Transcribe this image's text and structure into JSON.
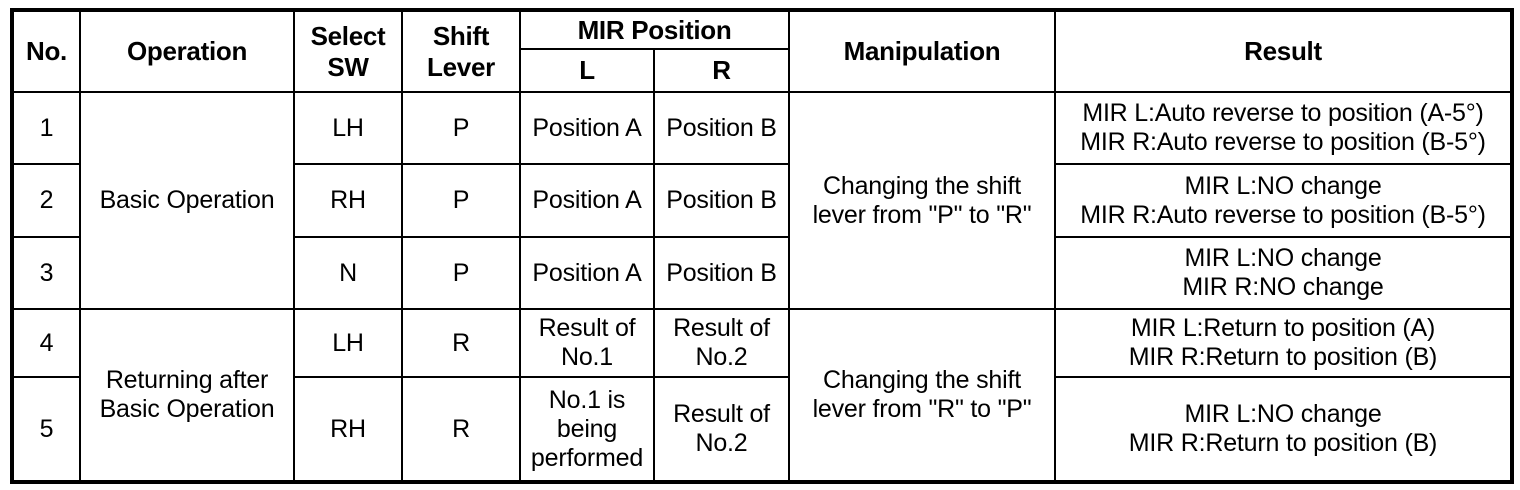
{
  "table": {
    "headers": {
      "no": "No.",
      "operation": "Operation",
      "select_sw_line1": "Select",
      "select_sw_line2": "SW",
      "shift_lever_line1": "Shift",
      "shift_lever_line2": "Lever",
      "mir_position": "MIR Position",
      "mir_l": "L",
      "mir_r": "R",
      "manipulation": "Manipulation",
      "result": "Result"
    },
    "operations": {
      "basic": "Basic Operation",
      "returning_line1": "Returning after",
      "returning_line2": "Basic Operation"
    },
    "manipulations": {
      "p_to_r_line1": "Changing the shift",
      "p_to_r_line2": "lever from \"P\" to \"R\"",
      "r_to_p_line1": "Changing the shift",
      "r_to_p_line2": "lever from \"R\" to \"P\""
    },
    "rows": [
      {
        "no": "1",
        "select_sw": "LH",
        "shift_lever": "P",
        "mir_l": "Position A",
        "mir_r": "Position B",
        "result_line1": "MIR L:Auto reverse to position (A-5°)",
        "result_line2": "MIR R:Auto reverse to position (B-5°)"
      },
      {
        "no": "2",
        "select_sw": "RH",
        "shift_lever": "P",
        "mir_l": "Position A",
        "mir_r": "Position B",
        "result_line1": "MIR L:NO change",
        "result_line2": "MIR R:Auto reverse to position (B-5°)"
      },
      {
        "no": "3",
        "select_sw": "N",
        "shift_lever": "P",
        "mir_l": "Position A",
        "mir_r": "Position B",
        "result_line1": "MIR L:NO change",
        "result_line2": "MIR R:NO change"
      },
      {
        "no": "4",
        "select_sw": "LH",
        "shift_lever": "R",
        "mir_l_line1": "Result of",
        "mir_l_line2": "No.1",
        "mir_r_line1": "Result of",
        "mir_r_line2": "No.2",
        "result_line1": "MIR L:Return to position (A)",
        "result_line2": "MIR R:Return to position (B)"
      },
      {
        "no": "5",
        "select_sw": "RH",
        "shift_lever": "R",
        "mir_l_line1": "No.1 is",
        "mir_l_line2": "being",
        "mir_l_line3": "performed",
        "mir_r_line1": "Result of",
        "mir_r_line2": "No.2",
        "result_line1": "MIR L:NO change",
        "result_line2": "MIR R:Return to position (B)"
      }
    ]
  },
  "colors": {
    "border": "#000000",
    "text": "#000000",
    "background": "#ffffff"
  }
}
